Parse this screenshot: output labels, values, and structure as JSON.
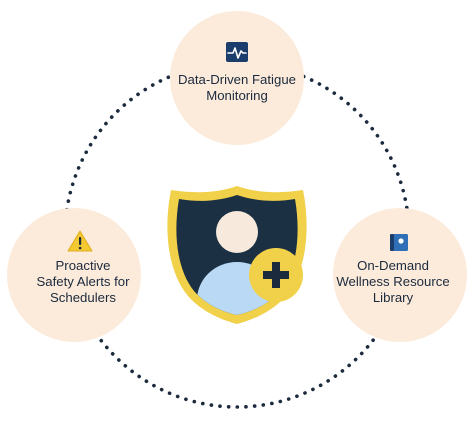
{
  "diagram": {
    "nodes": [
      {
        "id": "top",
        "label": "Data-Driven Fatigue\nMonitoring",
        "icon": "heartbeat-monitor-icon"
      },
      {
        "id": "left",
        "label": "Proactive\nSafety Alerts for\nSchedulers",
        "icon": "warning-triangle-icon"
      },
      {
        "id": "right",
        "label": "On-Demand\nWellness Resource\nLibrary",
        "icon": "book-icon"
      }
    ],
    "center_icon": "shield-user-plus-icon",
    "colors": {
      "node_fill": "#fcebdb",
      "dotted_ring": "#1b2a3d",
      "shield_dark": "#1b3043",
      "shield_gold": "#f1d04a",
      "avatar_head": "#f7eadd",
      "avatar_body": "#b9d9f4",
      "plus_badge": "#f1d04a",
      "text": "#1b2a3d",
      "icon_blue": "#2f6fb5",
      "warning_yellow": "#f4c830"
    }
  }
}
